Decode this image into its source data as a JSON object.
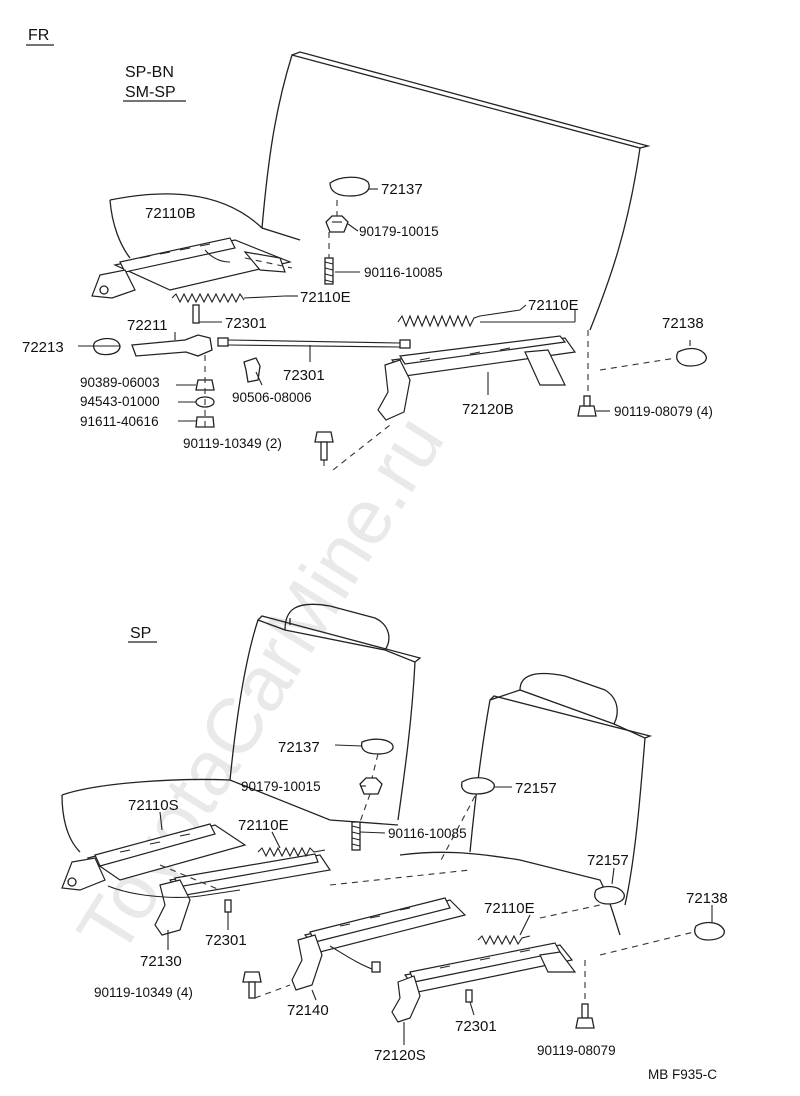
{
  "header": {
    "direction": "FR"
  },
  "top_section": {
    "variant_line1": "SP-BN",
    "variant_line2": "SM-SP",
    "labels": {
      "p72137": "72137",
      "p90179": "90179-10015",
      "p72110b": "72110B",
      "p90116": "90116-10085",
      "p72110e_a": "72110E",
      "p72110e_b": "72110E",
      "p72138": "72138",
      "p72211": "72211",
      "p72301_a": "72301",
      "p72213": "72213",
      "p72301_b": "72301",
      "p90389": "90389-06003",
      "p90506": "90506-08006",
      "p72120b": "72120B",
      "p94543": "94543-01000",
      "p90119_08079": "90119-08079 (4)",
      "p91611": "91611-40616",
      "p90119_10349": "90119-10349 (2)"
    }
  },
  "bottom_section": {
    "variant": "SP",
    "labels": {
      "p72137": "72137",
      "p90179": "90179-10015",
      "p72157_a": "72157",
      "p72110s": "72110S",
      "p72110e_a": "72110E",
      "p90116": "90116-10085",
      "p72157_b": "72157",
      "p72138": "72138",
      "p72110e_b": "72110E",
      "p72301_a": "72301",
      "p72130": "72130",
      "p90119_10349": "90119-10349 (4)",
      "p72140": "72140",
      "p72301_b": "72301",
      "p72120s": "72120S",
      "p90119_08079": "90119-08079"
    }
  },
  "footer": {
    "figure_code": "MB  F935-C"
  },
  "watermark": "ToyotaCarMine.ru"
}
